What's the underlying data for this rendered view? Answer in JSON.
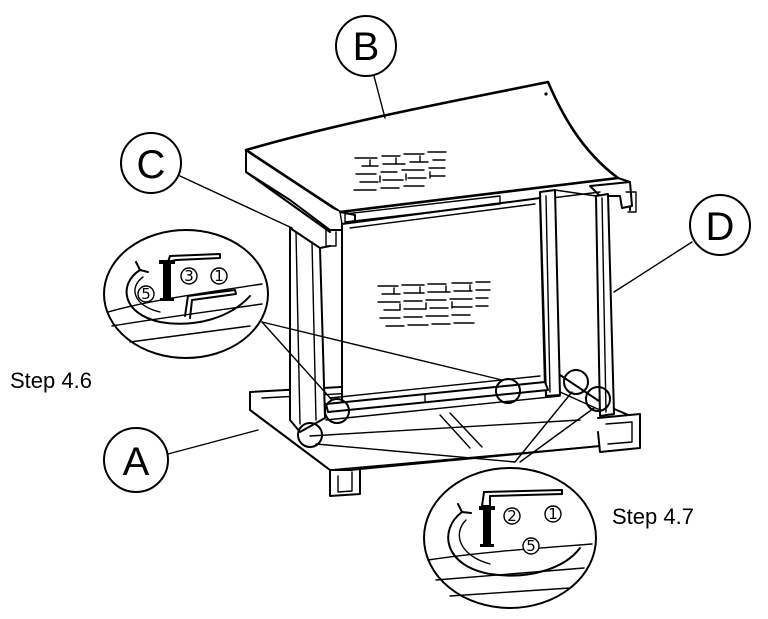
{
  "labels": {
    "A": "A",
    "B": "B",
    "C": "C",
    "D": "D"
  },
  "steps": {
    "left": "Step  4.6",
    "right": "Step  4.7"
  },
  "callout_left": {
    "nums": [
      "5",
      "3",
      "1"
    ]
  },
  "callout_right": {
    "nums": [
      "2",
      "1",
      "5"
    ]
  },
  "colors": {
    "ink": "#000000",
    "background": "#ffffff"
  }
}
